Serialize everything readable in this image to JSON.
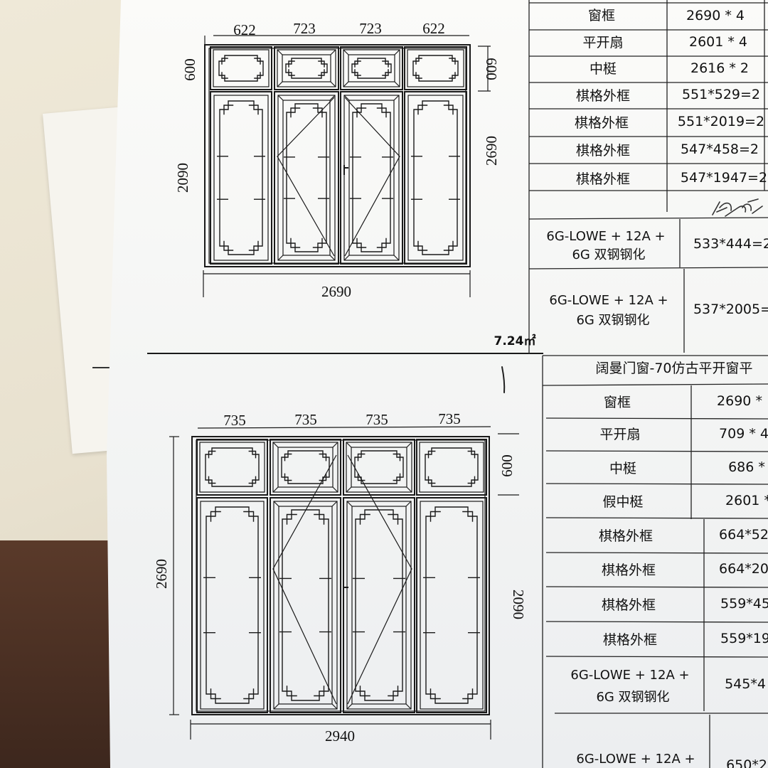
{
  "drawing_top": {
    "widths": [
      "622",
      "723",
      "723",
      "622"
    ],
    "transom_height": "600",
    "door_height": "2090",
    "total_height": "2690",
    "total_width": "2690",
    "area": "7.24㎡"
  },
  "drawing_bottom": {
    "widths": [
      "735",
      "735",
      "735",
      "735"
    ],
    "transom_height": "600",
    "door_height": "2090",
    "total_height": "2690",
    "total_width": "2940"
  },
  "table_top": {
    "rows": [
      {
        "name": "窗框",
        "value": "2690 * 4"
      },
      {
        "name": "平开扇",
        "value": "2601 * 4"
      },
      {
        "name": "中梃",
        "value": "2616 * 2"
      },
      {
        "name": "棋格外框",
        "value": "551*529=2"
      },
      {
        "name": "棋格外框",
        "value": "551*2019=2"
      },
      {
        "name": "棋格外框",
        "value": "547*458=2"
      },
      {
        "name": "棋格外框",
        "value": "547*1947=2"
      }
    ],
    "glass_rows": [
      {
        "line1": "6G-LOWE + 12A +",
        "line2": "6G 双钢钢化",
        "value": "533*444=2"
      },
      {
        "line1": "6G-LOWE + 12A +",
        "line2": "6G 双钢钢化",
        "value": "537*2005="
      }
    ]
  },
  "table_bottom": {
    "header": "阔曼门窗-70仿古平开窗平",
    "rows": [
      {
        "name": "窗框",
        "value": "2690 *"
      },
      {
        "name": "平开扇",
        "value": "709 * 4"
      },
      {
        "name": "中梃",
        "value": "686 *"
      },
      {
        "name": "假中梃",
        "value": "2601 *"
      },
      {
        "name": "棋格外框",
        "value": "664*52"
      },
      {
        "name": "棋格外框",
        "value": "664*20"
      },
      {
        "name": "棋格外框",
        "value": "559*45"
      },
      {
        "name": "棋格外框",
        "value": "559*19"
      }
    ],
    "glass_rows": [
      {
        "line1": "6G-LOWE + 12A +",
        "line2": "6G 双钢钢化",
        "value": "545*4"
      },
      {
        "line1": "6G-LOWE + 12A +",
        "line2": "",
        "value": "650*2"
      }
    ]
  }
}
